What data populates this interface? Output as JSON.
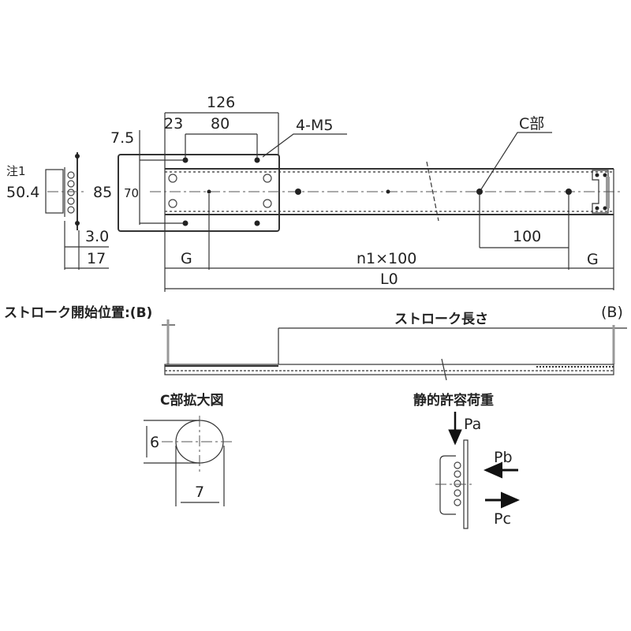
{
  "front_view": {
    "dim_126": "126",
    "dim_23": "23",
    "dim_80": "80",
    "dim_7_5": "7.5",
    "dim_85": "85",
    "dim_70": "70",
    "label_4m5": "4-M5",
    "label_c_part": "C部",
    "dim_100": "100",
    "dim_g_left": "G",
    "dim_n1x100": "n1×100",
    "dim_g_right": "G",
    "dim_l0": "L0"
  },
  "side_view": {
    "note": "注1",
    "dim_50_4": "50.4",
    "dim_3_0": "3.0",
    "dim_17": "17"
  },
  "stroke_view": {
    "start_position_label": "ストローク開始位置:(B)",
    "stroke_length_label": "ストローク長さ",
    "end_label": "(B)"
  },
  "detail_c": {
    "title": "C部拡大図",
    "dim_6": "6",
    "dim_7": "7"
  },
  "static_load": {
    "title": "静的許容荷重",
    "pa": "Pa",
    "pb": "Pb",
    "pc": "Pc"
  }
}
